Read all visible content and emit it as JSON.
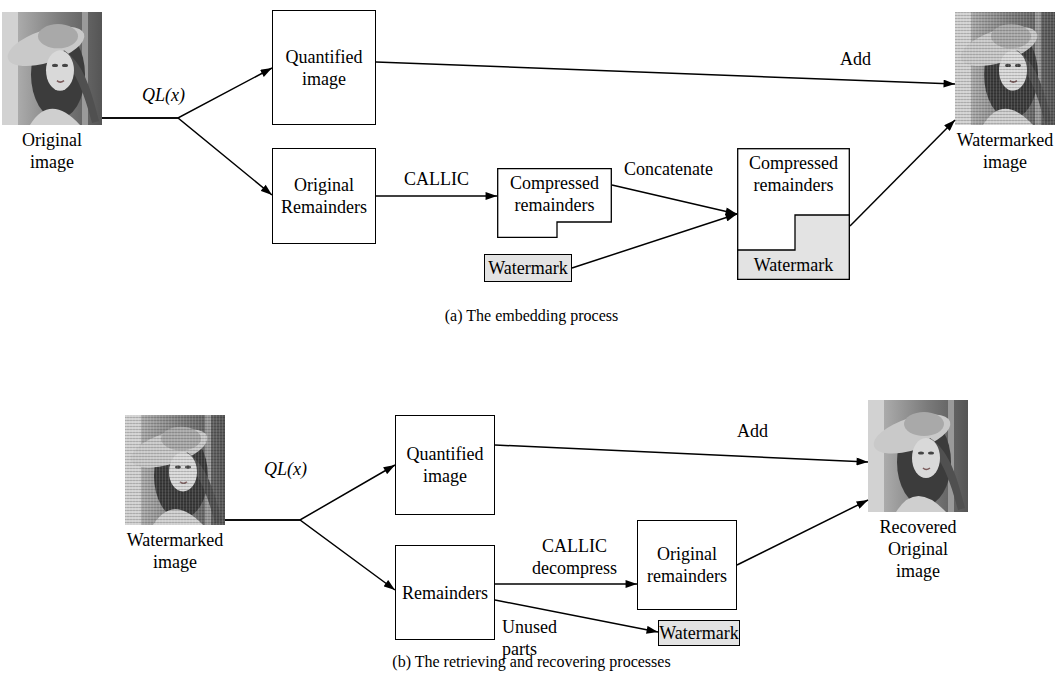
{
  "diagram": {
    "nodes": [
      {
        "text": [
          "Original image"
        ]
      },
      {
        "text": [
          "Quantified image"
        ]
      },
      {
        "text": [
          "Original Remainders"
        ]
      },
      {
        "text": [
          "Compressed remainders"
        ]
      },
      {
        "text": [
          "Watermark"
        ]
      },
      {
        "text": [
          "Compressed remainders",
          "Watermark"
        ]
      },
      {
        "text": [
          "Watermarked image"
        ]
      },
      {
        "text": [
          "Watermarked image"
        ]
      },
      {
        "text": [
          "Quantified image"
        ]
      },
      {
        "text": [
          "Remainders"
        ]
      },
      {
        "text": [
          "Original remainders"
        ]
      },
      {
        "text": [
          "Watermark"
        ]
      },
      {
        "text": [
          "Recovered Original image"
        ]
      }
    ],
    "edges": [
      {
        "from": 0,
        "to": 1,
        "arrow": "to",
        "label": "QL(x)"
      },
      {
        "from": 0,
        "to": 2,
        "arrow": "to"
      },
      {
        "from": 2,
        "to": 3,
        "arrow": "to",
        "label": "CALLIC"
      },
      {
        "from": 1,
        "to": 6,
        "arrow": "to",
        "label": "Add"
      },
      {
        "from": 3,
        "to": 5,
        "arrow": "to",
        "label": "Concatenate"
      },
      {
        "from": 4,
        "to": 5,
        "arrow": "to"
      },
      {
        "from": 5,
        "to": 6,
        "arrow": "to"
      },
      {
        "from": 7,
        "to": 8,
        "arrow": "to",
        "label": "QL(x)"
      },
      {
        "from": 7,
        "to": 9,
        "arrow": "to"
      },
      {
        "from": 9,
        "to": 10,
        "arrow": "to",
        "label": "CALLIC decompress"
      },
      {
        "from": 9,
        "to": 11,
        "arrow": "to",
        "label": "Unused parts"
      },
      {
        "from": 8,
        "to": 12,
        "arrow": "to",
        "label": "Add"
      },
      {
        "from": 10,
        "to": 12,
        "arrow": "to"
      }
    ],
    "labels": [
      "(a) The embedding process",
      "(b) The retrieving and recovering processes"
    ]
  }
}
